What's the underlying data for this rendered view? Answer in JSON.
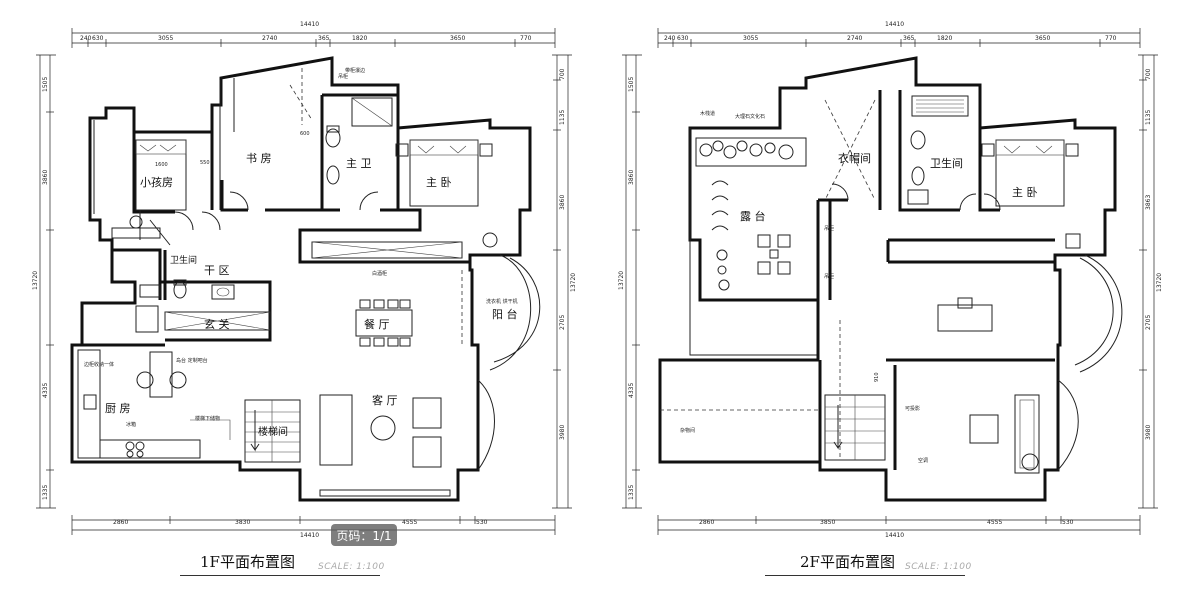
{
  "page_indicator": "页码：1/1",
  "plans": [
    {
      "title": "1F平面布置图",
      "scale": "SCALE: 1:100",
      "overall_width": "14410",
      "top_dims": [
        "240",
        "630",
        "3055",
        "2740",
        "365",
        "1820",
        "3650",
        "770"
      ],
      "bottom_dims": [
        "2860",
        "3830",
        "4555",
        "530"
      ],
      "left_dims": [
        "1505",
        "3860",
        "13720",
        "4335",
        "1335"
      ],
      "right_dims": [
        "700",
        "1135",
        "3860",
        "2705",
        "3980"
      ],
      "rooms": {
        "kids": "小孩房",
        "study": "书 房",
        "master_bath": "主 卫",
        "master_bed": "主 卧",
        "wc": "卫生间",
        "dry": "干 区",
        "foyer": "玄 关",
        "dining": "餐 厅",
        "balcony": "阳 台",
        "kitchen": "厨 房",
        "living": "客 厅",
        "stair": "楼梯间"
      },
      "notes": {
        "closet_note": "带柜瀑边",
        "cabinet_note": "吊柜",
        "dim_1600": "1600",
        "dim_550": "550",
        "dim_600": "600",
        "wine_note": "白酒柜",
        "washer_note": "洗衣机 烘干机",
        "fridge_note": "冰箱",
        "kitchen_note": "边柜收纳一体",
        "island_note": "岛台 定制吧台",
        "stair_note": "楼梯下储物"
      }
    },
    {
      "title": "2F平面布置图",
      "scale": "SCALE: 1:100",
      "overall_width": "14410",
      "top_dims": [
        "240",
        "630",
        "3055",
        "2740",
        "365",
        "1820",
        "3650",
        "770"
      ],
      "bottom_dims": [
        "2860",
        "3850",
        "4555",
        "530"
      ],
      "left_dims": [
        "1505",
        "3860",
        "13720",
        "4335",
        "1335"
      ],
      "right_dims": [
        "700",
        "1135",
        "3863",
        "2705",
        "3980"
      ],
      "rooms": {
        "terrace": "露 台",
        "cloak": "衣帽间",
        "bath2": "卫生间",
        "bed2": "主 卧",
        "storage": "杂物间",
        "projector": "可投影",
        "ac": "空调"
      },
      "notes": {
        "plant_note": "木栈道",
        "stone_note": "大理石文化石",
        "cabinet_a": "吊柜",
        "cabinet_b": "吊柜",
        "dim_910": "910"
      }
    }
  ]
}
